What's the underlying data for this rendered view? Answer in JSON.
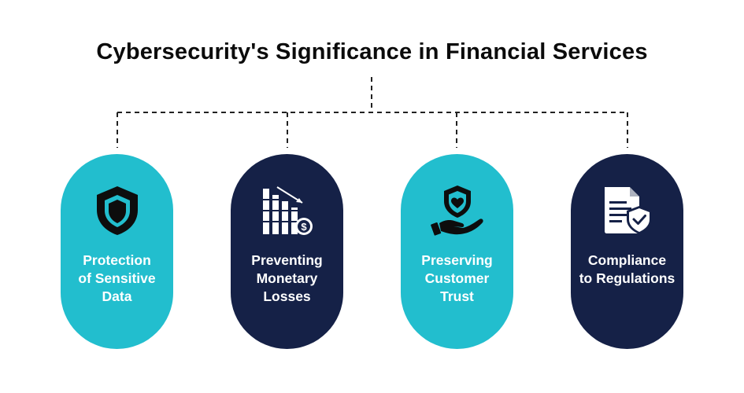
{
  "title": "Cybersecurity's Significance in Financial Services",
  "colors": {
    "teal": "#22bece",
    "navy": "#152147",
    "connector": "#222222"
  },
  "cards": [
    {
      "lines": [
        "Protection",
        "of Sensitive",
        "Data"
      ],
      "icon": "shield-icon",
      "color": "teal"
    },
    {
      "lines": [
        "Preventing",
        "Monetary",
        "Losses"
      ],
      "icon": "declining-bar-chart-icon",
      "color": "navy"
    },
    {
      "lines": [
        "Preserving",
        "Customer",
        "Trust"
      ],
      "icon": "hand-holding-heart-shield-icon",
      "color": "teal"
    },
    {
      "lines": [
        "Compliance",
        "to Regulations"
      ],
      "icon": "document-shield-check-icon",
      "color": "navy"
    }
  ]
}
